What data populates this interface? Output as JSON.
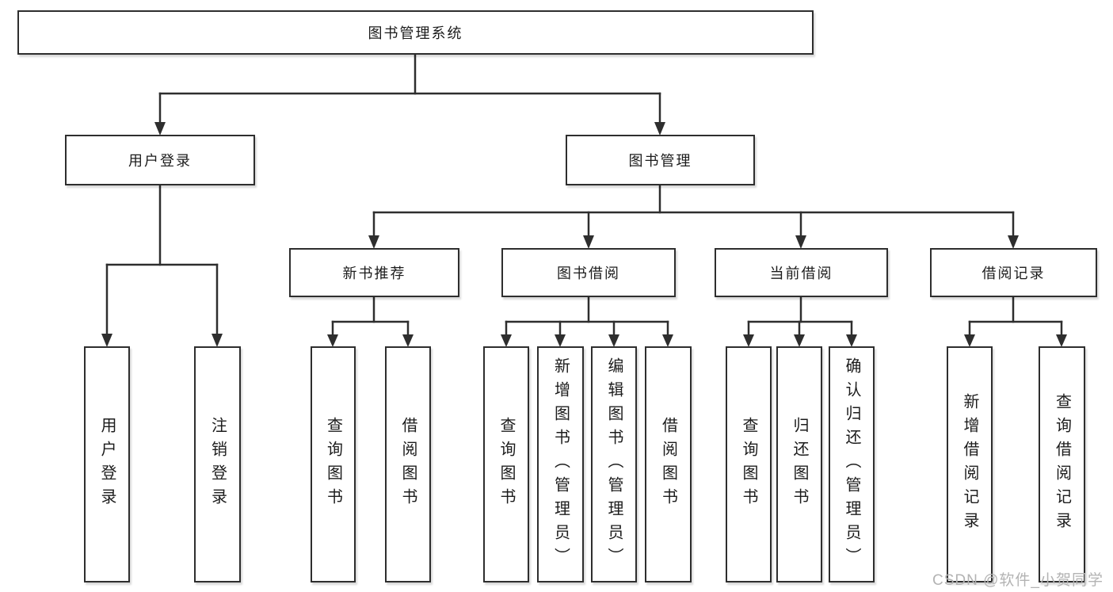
{
  "diagram": {
    "title": "图书管理系统",
    "watermark": "CSDN @软件_小贺同学",
    "colors": {
      "line": "#2e2e2e",
      "box_border": "#2e2e2e",
      "box_background": "#ffffff",
      "text": "#1c1c1c",
      "watermark": "#b3b3b3"
    },
    "nodes": {
      "root": "图书管理系统",
      "user_login": "用户登录",
      "book_mgmt": "图书管理",
      "new_book_rec": "新书推荐",
      "book_borrow": "图书借阅",
      "current_borrow": "当前借阅",
      "borrow_record": "借阅记录",
      "leaf_user_login": "用户登录",
      "leaf_logout": "注销登录",
      "rec_query_book": "查询图书",
      "rec_borrow_book": "借阅图书",
      "bb_query_book": "查询图书",
      "bb_add_book": "新增图书（管理员）",
      "bb_edit_book": "编辑图书（管理员）",
      "bb_borrow_book": "借阅图书",
      "cb_query_book": "查询图书",
      "cb_return_book": "归还图书",
      "cb_confirm_return": "确认归还（管理员）",
      "br_add_record": "新增借阅记录",
      "br_query_record": "查询借阅记录"
    },
    "hierarchy": {
      "图书管理系统": {
        "用户登录": [
          "用户登录",
          "注销登录"
        ],
        "图书管理": {
          "新书推荐": [
            "查询图书",
            "借阅图书"
          ],
          "图书借阅": [
            "查询图书",
            "新增图书（管理员）",
            "编辑图书（管理员）",
            "借阅图书"
          ],
          "当前借阅": [
            "查询图书",
            "归还图书",
            "确认归还（管理员）"
          ],
          "借阅记录": [
            "新增借阅记录",
            "查询借阅记录"
          ]
        }
      }
    }
  }
}
